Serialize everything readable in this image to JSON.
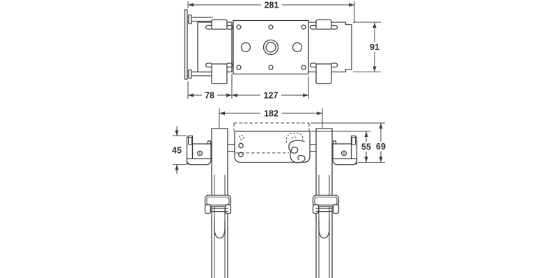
{
  "figure": {
    "views": {
      "top_view": {
        "overall_width": "281",
        "side_height": "91",
        "left_span": "78",
        "plate_span": "127"
      },
      "front_view": {
        "rail_spacing": "182",
        "bracket_height": "45",
        "plate_height": "55",
        "overall_height": "69"
      }
    },
    "colors": {
      "line": "#3f3f3f",
      "text": "#2b2b2b",
      "background": "#ffffff"
    }
  }
}
